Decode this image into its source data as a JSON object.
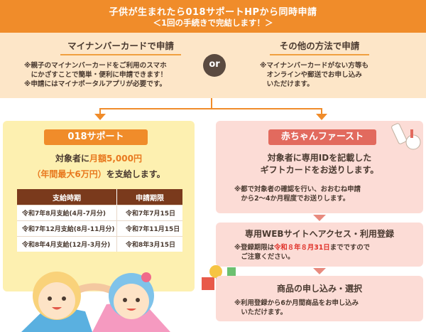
{
  "header": {
    "line1": "子供が生まれたら018サポートHPから同時申請",
    "line2": "＜1回の手続きで完結します！＞"
  },
  "methods": {
    "left": {
      "title": "マイナンバーカードで申請",
      "lines": [
        "※親子のマイナンバーカードをご利用のスマホ",
        "　にかざすことで簡単・便利に申請できます！",
        "※申請にはマイナポータルアプリが必要です。"
      ]
    },
    "or_label": "or",
    "right": {
      "title": "その他の方法で申請",
      "lines": [
        "※マイナンバーカードがない方等も",
        "　オンラインや郵送でお申し込み",
        "　いただけます。"
      ]
    }
  },
  "support018": {
    "badge": "018サポート",
    "line1_pre": "対象者に",
    "line1_highlight": "月額5,000円",
    "line2_highlight": "（年間最大6万円）",
    "line2_post": "を支給します。",
    "table": {
      "headers": [
        "支給時期",
        "申請期限"
      ],
      "rows": [
        [
          "令和7年8月支給(4月-7月分)",
          "令和7年7月15日"
        ],
        [
          "令和7年12月支給(8月-11月分)",
          "令和7年11月15日"
        ],
        [
          "令和8年4月支給(12月-3月分)",
          "令和8年3月15日"
        ]
      ]
    }
  },
  "akachan": {
    "badge": "赤ちゃんファースト",
    "title_lines": [
      "対象者に専用IDを記載した",
      "ギフトカードをお送りします。"
    ],
    "note_lines": [
      "※都で対象者の確認を行い、おおむね申請",
      "　から2～4か月程度でお送りします。"
    ],
    "step2": {
      "title": "専用WEBサイトへアクセス・利用登録",
      "note_pre": "※登録期限は",
      "note_highlight": "令和８年８月31日",
      "note_post": "までですので",
      "note_line2": "　ご注意ください。"
    },
    "step3": {
      "title": "商品の申し込み・選択",
      "note_lines": [
        "※利用登録から6か月間商品をお申し込み",
        "　いただけます。"
      ]
    }
  }
}
